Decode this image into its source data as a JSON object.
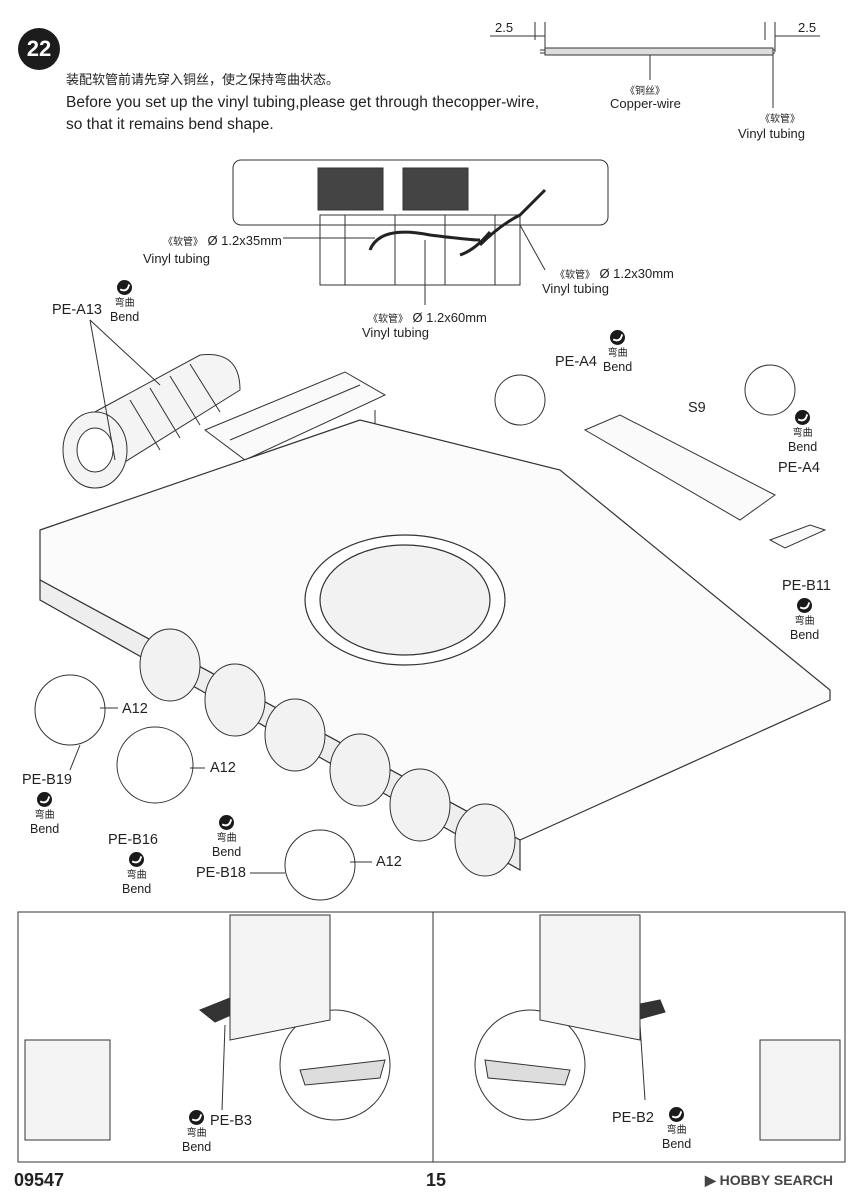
{
  "step": {
    "number": "22"
  },
  "instructions": {
    "cn": "装配软管前请先穿入铜丝，使之保持弯曲状态。",
    "en_line1": "Before you set up the vinyl tubing,please get through thecopper-wire,",
    "en_line2": "so that it remains bend shape."
  },
  "wire_diagram": {
    "dim_left": "2.5",
    "dim_right": "2.5",
    "copper_cn": "《铜丝》",
    "copper_en": "Copper-wire",
    "tubing_cn": "《软管》",
    "tubing_en": "Vinyl tubing"
  },
  "tubing_callouts": [
    {
      "cn": "《软管》",
      "spec": "Ø 1.2x35mm",
      "en": "Vinyl tubing"
    },
    {
      "cn": "《软管》",
      "spec": "Ø 1.2x30mm",
      "en": "Vinyl tubing"
    },
    {
      "cn": "《软管》",
      "spec": "Ø 1.2x60mm",
      "en": "Vinyl tubing"
    }
  ],
  "bend": {
    "cn": "弯曲",
    "en": "Bend"
  },
  "parts": {
    "pe_a13": "PE-A13",
    "pe_a4_top": "PE-A4",
    "pe_a4_right": "PE-A4",
    "s9": "S9",
    "pe_b11": "PE-B11",
    "a12_1": "A12",
    "a12_2": "A12",
    "a12_3": "A12",
    "pe_b19": "PE-B19",
    "pe_b16": "PE-B16",
    "pe_b18": "PE-B18",
    "pe_b3": "PE-B3",
    "pe_b2": "PE-B2"
  },
  "footer": {
    "code": "09547",
    "page": "15",
    "watermark": "HOBBY SEARCH"
  }
}
